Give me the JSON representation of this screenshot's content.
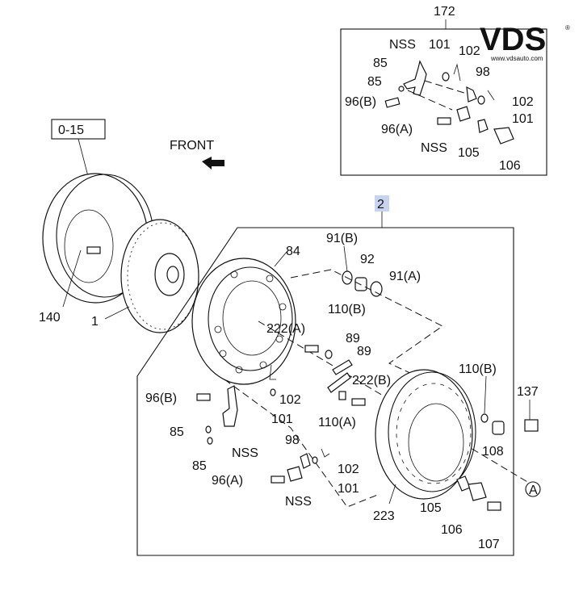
{
  "logo": {
    "brand": "VDS",
    "url": "www.vdsauto.com",
    "mark": "®",
    "color": "#e8302a"
  },
  "direction_label": "FRONT",
  "ref_box_label": "0-15",
  "assembly_badge": {
    "text": "2",
    "color": "#c8d4ef"
  },
  "inset_title": "172",
  "labels": {
    "nss_a": "NSS",
    "p101_a": "101",
    "p102_a": "102",
    "p85_a": "85",
    "p85_b": "85",
    "p98_a": "98",
    "p96b_a": "96(B)",
    "p102_b": "102",
    "p101_b": "101",
    "p96a_a": "96(A)",
    "nss_b": "NSS",
    "p105_a": "105",
    "p106_a": "106",
    "p140": "140",
    "p1": "1",
    "p84": "84",
    "p91b": "91(B)",
    "p92": "92",
    "p91a": "91(A)",
    "p110b_a": "110(B)",
    "p222a": "222(A)",
    "p89_a": "89",
    "p89_b": "89",
    "p222b": "222(B)",
    "p110b_b": "110(B)",
    "p137": "137",
    "p96b_b": "96(B)",
    "p102_c": "102",
    "p101_c": "101",
    "p110a": "110(A)",
    "p85_c": "85",
    "nss_c": "NSS",
    "p85_d": "85",
    "p98_b": "98",
    "p102_d": "102",
    "p96a_b": "96(A)",
    "p101_d": "101",
    "nss_d": "NSS",
    "p108": "108",
    "p105_b": "105",
    "p106_b": "106",
    "p107": "107",
    "p223": "223",
    "ref_a": "A"
  }
}
